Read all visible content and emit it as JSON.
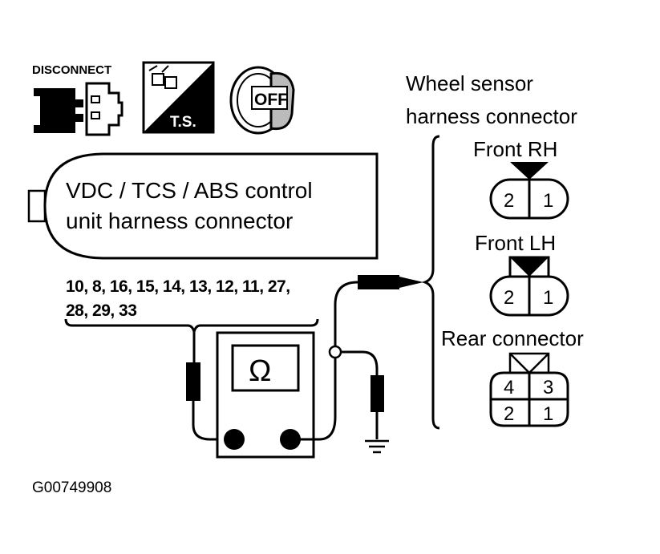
{
  "icons": {
    "disconnect_label": "DISCONNECT",
    "ts_label": "T.S.",
    "off_label": "OFF",
    "names": [
      "connector-disconnect-icon",
      "terminal-sample-icon",
      "ignition-off-icon",
      "ohm-icon",
      "ground-icon"
    ]
  },
  "control_unit": {
    "line1": "VDC / TCS / ABS control",
    "line2": "unit harness connector",
    "pins_line1": "10, 8, 16, 15, 14, 13, 12, 11, 27,",
    "pins_line2": "28, 29, 33"
  },
  "meter": {
    "symbol": "Ω"
  },
  "wheel_sensor": {
    "title_line1": "Wheel sensor",
    "title_line2": "harness connector",
    "front_rh": {
      "label": "Front RH",
      "pins": [
        "2",
        "1"
      ]
    },
    "front_lh": {
      "label": "Front LH",
      "pins": [
        "2",
        "1"
      ]
    },
    "rear": {
      "label": "Rear connector",
      "pins": [
        "4",
        "3",
        "2",
        "1"
      ]
    }
  },
  "figure_id": "G00749908"
}
